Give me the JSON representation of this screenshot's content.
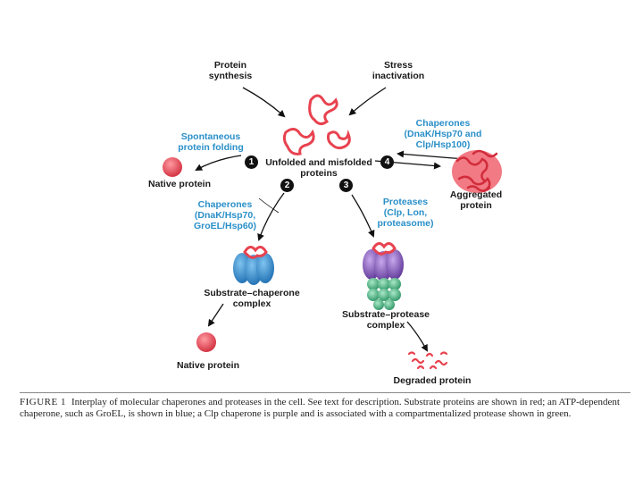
{
  "labels": {
    "protein_synthesis": [
      "Protein",
      "synthesis"
    ],
    "stress_inactivation": [
      "Stress",
      "inactivation"
    ],
    "spontaneous_folding": [
      "Spontaneous",
      "protein folding"
    ],
    "chaperones_dnak_hsp100": [
      "Chaperones",
      "(DnaK/Hsp70 and",
      "Clp/Hsp100)"
    ],
    "native_protein_top": "Native  protein",
    "unfolded_misfolded": [
      "Unfolded and misfolded",
      "proteins"
    ],
    "aggregated_protein": [
      "Aggregated",
      "protein"
    ],
    "chaperones_dnak_groel": [
      "Chaperones",
      "(DnaK/Hsp70,",
      "GroEL/Hsp60)"
    ],
    "proteases": [
      "Proteases",
      "(Clp, Lon,",
      "proteasome)"
    ],
    "substrate_chaperone": [
      "Substrate–chaperone",
      "complex"
    ],
    "substrate_protease": [
      "Substrate–protease",
      "complex"
    ],
    "native_protein_bottom": "Native protein",
    "degraded_protein": "Degraded protein"
  },
  "steps": [
    "1",
    "2",
    "3",
    "4"
  ],
  "caption": {
    "figure": "FIGURE 1",
    "text": "Interplay of molecular chaperones and proteases in the cell. See text for description. Substrate proteins are shown in red; an ATP-dependent chaperone, such as GroEL, is shown in blue; a Clp chaperone is purple and is associated with a compartmentalized protease shown in green."
  },
  "colors": {
    "substrate": "#e8424f",
    "chaperone": "#2b7fc4",
    "clp": "#7a4fb0",
    "protease": "#3fae7a",
    "label_blue": "#2a8fc8"
  }
}
